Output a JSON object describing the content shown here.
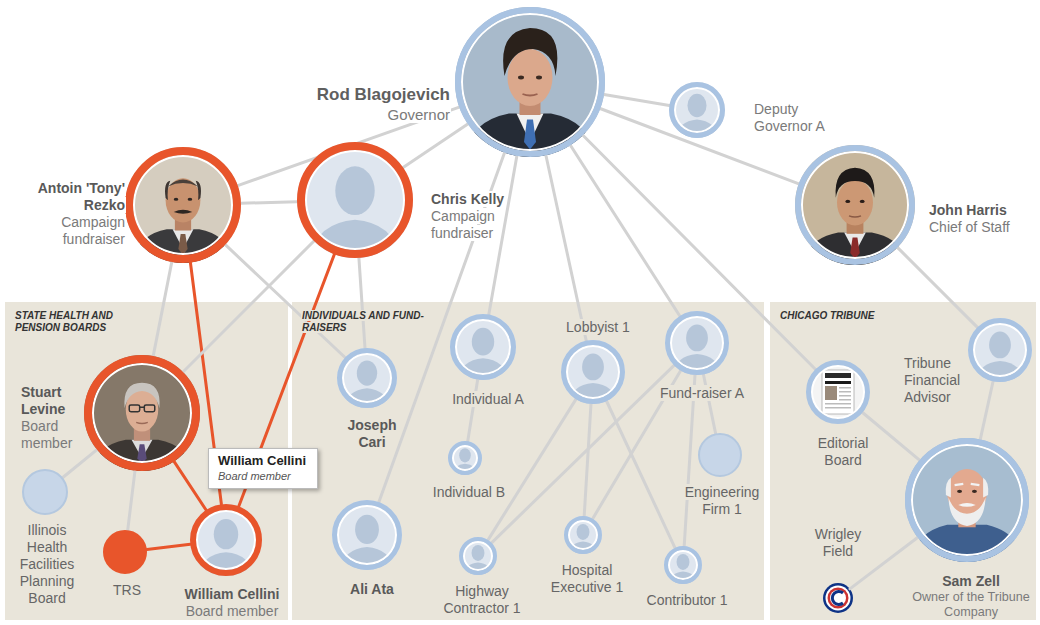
{
  "diagram": {
    "nodes": [
      {
        "text": [
          "Rod Blagojevich",
          "Governor"
        ]
      },
      {
        "text": [
          "Deputy Governor A"
        ]
      },
      {
        "text": [
          "Antoin 'Tony' Rezko",
          "Campaign fundraiser"
        ]
      },
      {
        "text": [
          "Chris Kelly",
          "Campaign fundraiser"
        ]
      },
      {
        "text": [
          "John Harris",
          "Chief of Staff"
        ]
      },
      {
        "text": [
          "STATE HEALTH AND PENSION BOARDS"
        ]
      },
      {
        "text": [
          "Stuart Levine",
          "Board member"
        ],
        "in": 5
      },
      {
        "text": [
          "Illinois Health Facilities Planning Board"
        ],
        "in": 5
      },
      {
        "text": [
          "TRS"
        ],
        "in": 5
      },
      {
        "text": [
          "William Cellini",
          "Board member"
        ],
        "in": 5
      },
      {
        "text": [
          "INDIVIDUALS AND FUND-RAISERS"
        ]
      },
      {
        "text": [
          "Joseph Cari"
        ],
        "in": 10
      },
      {
        "text": [
          "Ali Ata"
        ],
        "in": 10
      },
      {
        "text": [
          "Individual A"
        ],
        "in": 10
      },
      {
        "text": [
          "Individual B"
        ],
        "in": 10
      },
      {
        "text": [
          "Lobbyist 1"
        ],
        "in": 10
      },
      {
        "text": [
          "Fund-raiser A"
        ],
        "in": 10
      },
      {
        "text": [
          "Engineering Firm 1"
        ],
        "in": 10
      },
      {
        "text": [
          "Highway Contractor 1"
        ],
        "in": 10
      },
      {
        "text": [
          "Hospital Executive 1"
        ],
        "in": 10
      },
      {
        "text": [
          "Contributor 1"
        ],
        "in": 10
      },
      {
        "text": [
          "CHICAGO TRIBUNE"
        ]
      },
      {
        "text": [
          "Tribune Financial Advisor"
        ],
        "in": 21
      },
      {
        "text": [
          "Editorial Board"
        ],
        "in": 21
      },
      {
        "text": [
          "Wrigley Field"
        ],
        "in": 21
      },
      {
        "text": [
          "Sam Zell",
          "Owner of the Tribune Company"
        ],
        "in": 21
      },
      {
        "text": [
          "William Cellini",
          "Board member"
        ]
      }
    ],
    "edges": [
      {
        "from": 0,
        "to": 1,
        "arrow": "none"
      },
      {
        "from": 0,
        "to": 2,
        "arrow": "none"
      },
      {
        "from": 0,
        "to": 3,
        "arrow": "none"
      },
      {
        "from": 0,
        "to": 4,
        "arrow": "none"
      },
      {
        "from": 0,
        "to": 12,
        "arrow": "none"
      },
      {
        "from": 0,
        "to": 13,
        "arrow": "none"
      },
      {
        "from": 0,
        "to": 15,
        "arrow": "none"
      },
      {
        "from": 0,
        "to": 16,
        "arrow": "none"
      },
      {
        "from": 0,
        "to": 23,
        "arrow": "none"
      },
      {
        "from": 2,
        "to": 3,
        "arrow": "none"
      },
      {
        "from": 2,
        "to": 6,
        "arrow": "none"
      },
      {
        "from": 2,
        "to": 9,
        "arrow": "none"
      },
      {
        "from": 2,
        "to": 11,
        "arrow": "none"
      },
      {
        "from": 3,
        "to": 6,
        "arrow": "none"
      },
      {
        "from": 3,
        "to": 9,
        "arrow": "none"
      },
      {
        "from": 3,
        "to": 11,
        "arrow": "none"
      },
      {
        "from": 6,
        "to": 7,
        "arrow": "none"
      },
      {
        "from": 6,
        "to": 8,
        "arrow": "none"
      },
      {
        "from": 6,
        "to": 9,
        "arrow": "none"
      },
      {
        "from": 9,
        "to": 8,
        "arrow": "none"
      },
      {
        "from": 13,
        "to": 14,
        "arrow": "none"
      },
      {
        "from": 15,
        "to": 18,
        "arrow": "none"
      },
      {
        "from": 15,
        "to": 19,
        "arrow": "none"
      },
      {
        "from": 15,
        "to": 20,
        "arrow": "none"
      },
      {
        "from": 16,
        "to": 18,
        "arrow": "none"
      },
      {
        "from": 16,
        "to": 17,
        "arrow": "none"
      },
      {
        "from": 16,
        "to": 19,
        "arrow": "none"
      },
      {
        "from": 16,
        "to": 20,
        "arrow": "none"
      },
      {
        "from": 4,
        "to": 22,
        "arrow": "none"
      },
      {
        "from": 22,
        "to": 25,
        "arrow": "none"
      },
      {
        "from": 23,
        "to": 25,
        "arrow": "none"
      },
      {
        "from": 25,
        "to": 24,
        "arrow": "none"
      }
    ]
  }
}
